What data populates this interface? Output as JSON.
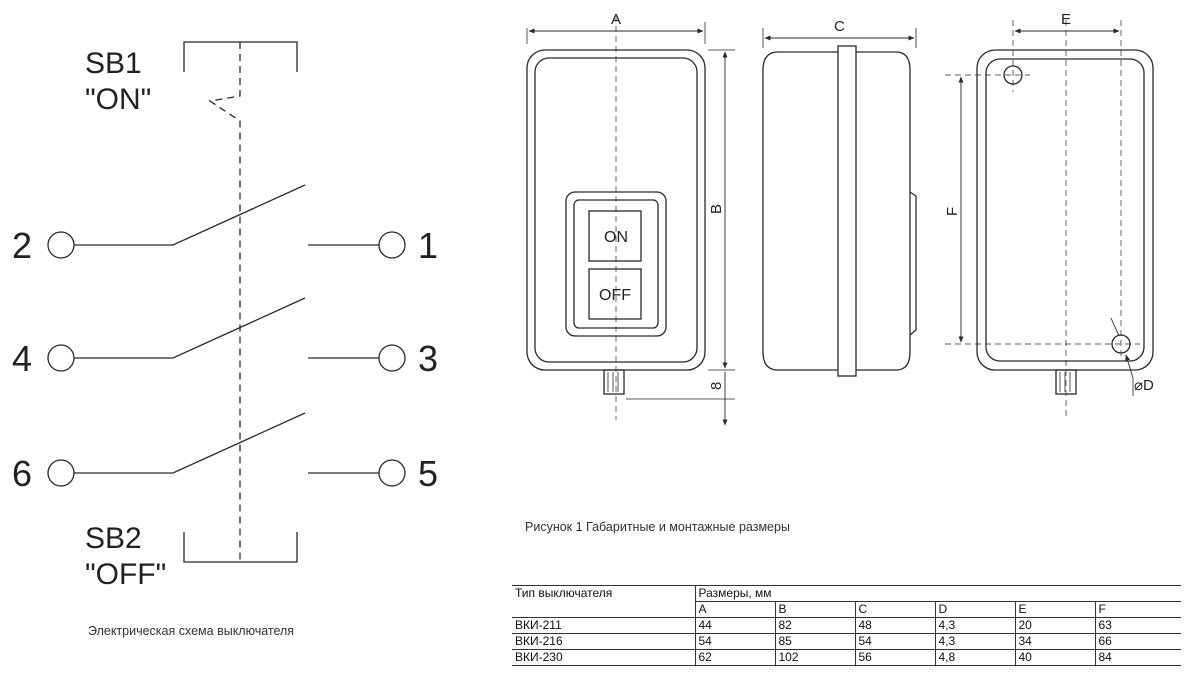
{
  "schematic": {
    "sb1_label": "SB1",
    "sb1_state": "\"ON\"",
    "sb2_label": "SB2",
    "sb2_state": "\"OFF\"",
    "terminals": {
      "t2": "2",
      "t1": "1",
      "t4": "4",
      "t3": "3",
      "t6": "6",
      "t5": "5"
    },
    "caption": "Электрическая схема выключателя"
  },
  "drawing": {
    "dim_a": "A",
    "dim_b": "B",
    "dim_c": "C",
    "dim_e": "E",
    "dim_f": "F",
    "dim_8": "8",
    "dim_d": "⌀D",
    "button_on": "ON",
    "button_off": "OFF",
    "caption": "Рисунок 1  Габаритные и монтажные размеры"
  },
  "table": {
    "header_type": "Тип выключателя",
    "header_sizes": "Размеры, мм",
    "columns": [
      "A",
      "B",
      "C",
      "D",
      "E",
      "F"
    ],
    "rows": [
      {
        "type": "ВКИ-211",
        "values": [
          "44",
          "82",
          "48",
          "4,3",
          "20",
          "63"
        ]
      },
      {
        "type": "ВКИ-216",
        "values": [
          "54",
          "85",
          "54",
          "4,3",
          "34",
          "66"
        ]
      },
      {
        "type": "ВКИ-230",
        "values": [
          "62",
          "102",
          "56",
          "4,8",
          "40",
          "84"
        ]
      }
    ]
  },
  "colors": {
    "line": "#2a2a2a",
    "background": "#ffffff"
  }
}
